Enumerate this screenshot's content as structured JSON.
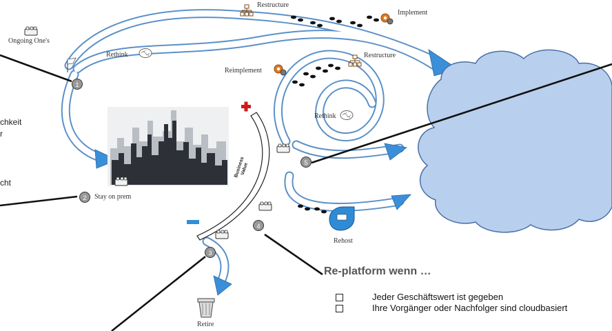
{
  "labels": {
    "ongoing": "Ongoing One's",
    "rethink_top": "Rethink",
    "restructure_top": "Restructure",
    "implement": "Implement",
    "restructure_mid": "Restructure",
    "reimplement": "Reimplement",
    "rethink_mid": "Rethink",
    "stay_on_prem": "Stay on prem",
    "rehost": "Rehost",
    "retire": "Retire",
    "business_value_1": "Business",
    "business_value_2": "Value"
  },
  "markers": [
    "1",
    "2",
    "3",
    "4",
    "5"
  ],
  "fragments": {
    "f1": "chkeit",
    "f2": "r",
    "f3": "cht"
  },
  "panel": {
    "heading": "Re-platform wenn …",
    "items": [
      "Jeder Geschäftswert ist gegeben",
      "Ihre Vorgänger oder Nachfolger sind cloudbasiert"
    ]
  },
  "colors": {
    "path_stroke": "#5b90c8",
    "arrow_fill": "#3b8fd9",
    "cloud_fill": "#b8d0ee",
    "cloud_stroke": "#4a6fa5",
    "plus": "#d11a1a",
    "minus": "#2f8fd8"
  }
}
